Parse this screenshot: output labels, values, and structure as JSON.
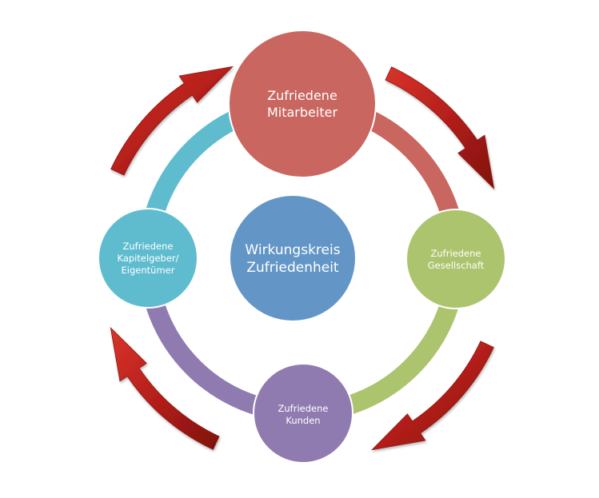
{
  "diagram": {
    "title": "Wirkungskreis Zufriedenheit",
    "center": {
      "lines": [
        "Wirkungskreis",
        "Zufriedenheit"
      ],
      "color": "#6396c6"
    },
    "nodes": [
      {
        "id": "mitarbeiter",
        "position": "top",
        "lines": [
          "Zufriedene",
          "Mitarbeiter"
        ],
        "color": "#c96660"
      },
      {
        "id": "gesellschaft",
        "position": "right",
        "lines": [
          "Zufriedene",
          "Gesellschaft"
        ],
        "color": "#acc46e"
      },
      {
        "id": "kunden",
        "position": "bottom",
        "lines": [
          "Zufriedene",
          "Kunden"
        ],
        "color": "#907bb0"
      },
      {
        "id": "kapitalgeber",
        "position": "left",
        "lines": [
          "Zufriedene",
          "Kapitelgeber/",
          "Eigentümer"
        ],
        "color": "#5fbccf"
      }
    ],
    "connections": [
      {
        "from": "mitarbeiter",
        "to": "gesellschaft",
        "color": "#c96660"
      },
      {
        "from": "gesellschaft",
        "to": "kunden",
        "color": "#acc46e"
      },
      {
        "from": "kunden",
        "to": "kapitalgeber",
        "color": "#907bb0"
      },
      {
        "from": "kapitalgeber",
        "to": "mitarbeiter",
        "color": "#5fbccf"
      }
    ],
    "flow_arrows": {
      "direction": "clockwise",
      "color": "#b41f1a",
      "count": 4
    }
  }
}
